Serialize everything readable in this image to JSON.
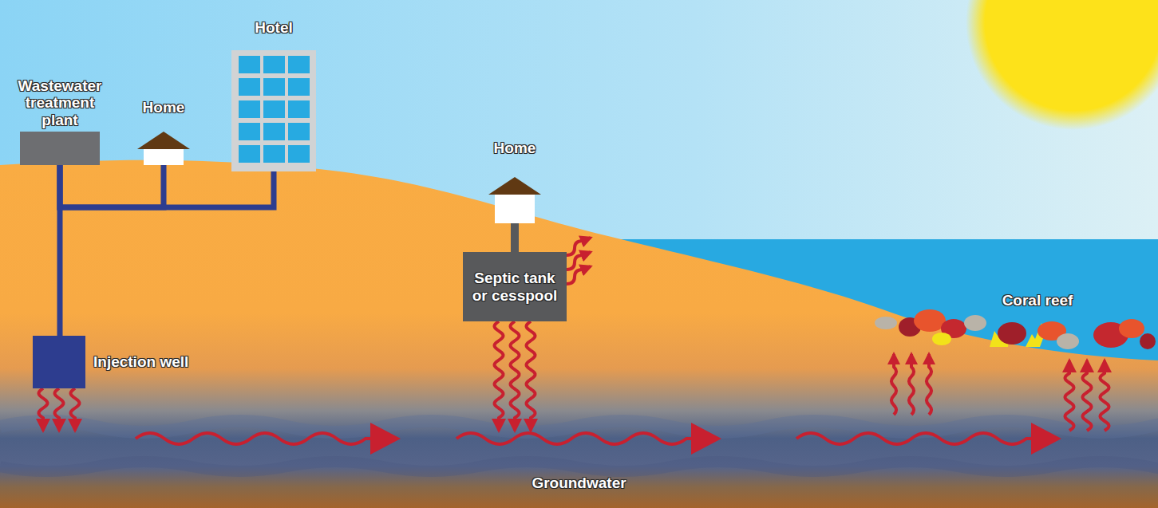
{
  "diagram": {
    "nodes": [
      {
        "text": [
          "Wastewater treatment plant"
        ]
      },
      {
        "text": [
          "Home"
        ]
      },
      {
        "text": [
          "Hotel"
        ]
      },
      {
        "text": [
          "Home"
        ]
      },
      {
        "text": [
          "Septic tank or cesspool"
        ]
      },
      {
        "text": [
          "Injection well"
        ]
      },
      {
        "text": [
          "Coral reef"
        ]
      },
      {
        "text": [
          "Groundwater"
        ]
      }
    ],
    "edges": [
      {
        "from": 1,
        "to": 0,
        "arrow": "none"
      },
      {
        "from": 2,
        "to": 0,
        "arrow": "none"
      },
      {
        "from": 0,
        "to": 5,
        "arrow": "none"
      },
      {
        "from": 3,
        "to": 4,
        "arrow": "none"
      },
      {
        "from": 5,
        "to": 7,
        "arrow": "to"
      },
      {
        "from": 4,
        "to": 7,
        "arrow": "to"
      },
      {
        "from": 7,
        "to": 6,
        "arrow": "to"
      }
    ]
  }
}
